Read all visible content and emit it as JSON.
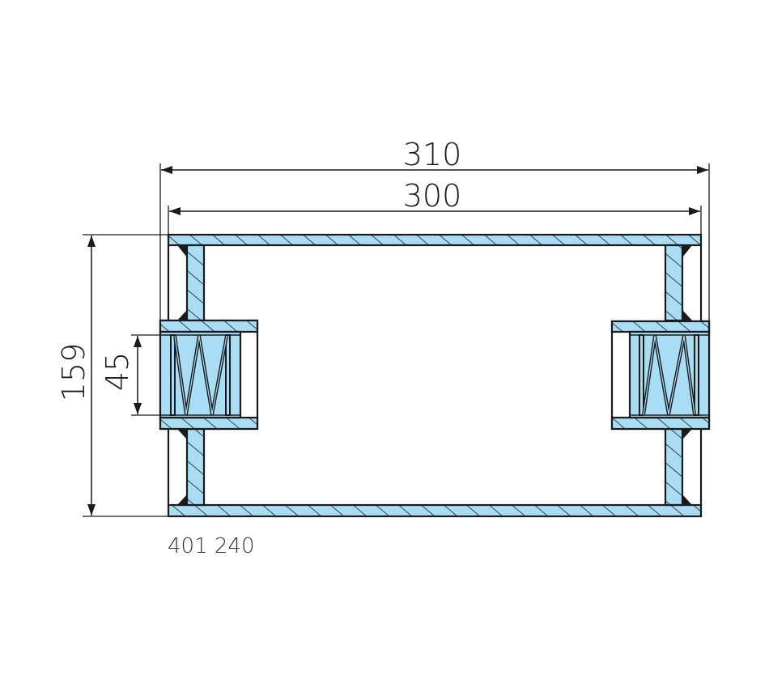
{
  "drawing": {
    "dimensions": {
      "overall_length": "310",
      "tube_length": "300",
      "overall_height": "159",
      "spring_height": "45"
    },
    "part_number": "401 240",
    "colors": {
      "fill": "#a9dcf5",
      "line": "#1a1a1a"
    }
  }
}
